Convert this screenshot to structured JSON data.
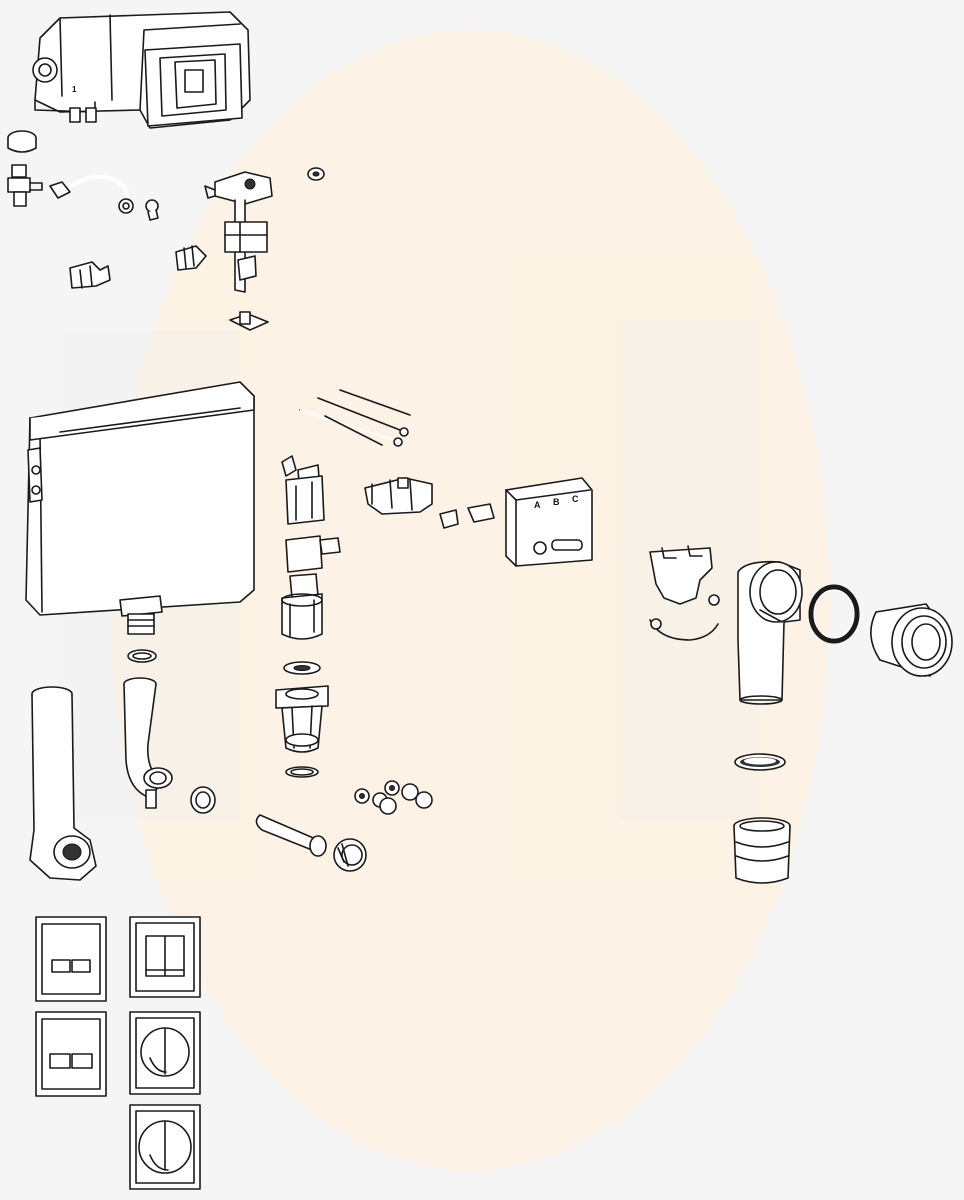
{
  "diagram": {
    "background": "#f5f5f5",
    "watermark_color": "#fdf3e4",
    "line_color": "#1a1a1a",
    "tank_labels": [
      "A",
      "B",
      "C"
    ],
    "brand_mark": "1"
  }
}
